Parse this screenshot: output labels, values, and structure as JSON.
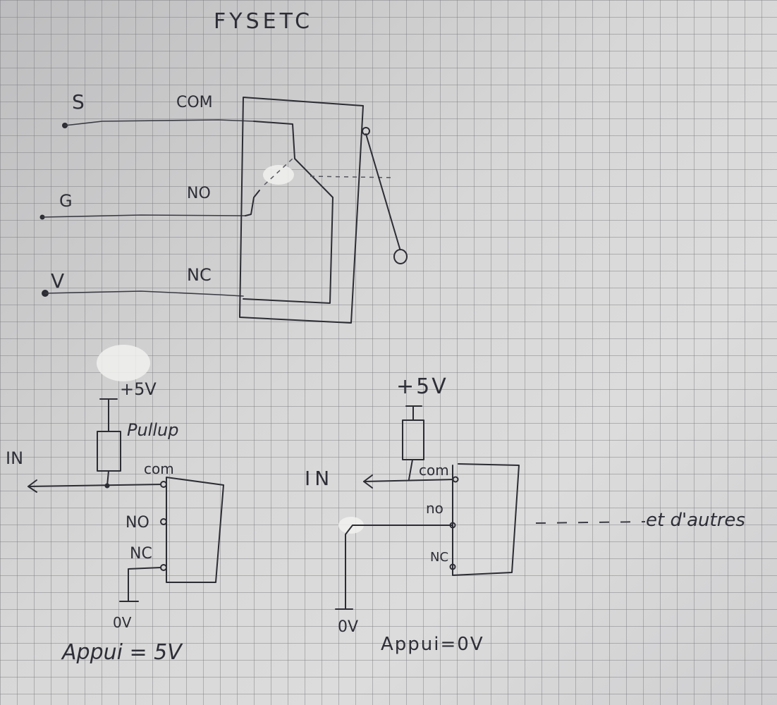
{
  "title": "FYSETC",
  "relay": {
    "pins_left": [
      "S",
      "G",
      "V"
    ],
    "pins_right": [
      "COM",
      "NO",
      "NC"
    ]
  },
  "circuit_left": {
    "supply": "+5V",
    "resistor_label": "Pullup",
    "input": "IN",
    "pins": [
      "com",
      "NO",
      "NC"
    ],
    "ground": "0V",
    "caption": "Appui = 5V"
  },
  "circuit_right": {
    "supply": "+5V",
    "input": "IN",
    "pins": [
      "com",
      "no",
      "NC"
    ],
    "ground": "0V",
    "caption": "Appui=0V",
    "note": "et d'autres"
  }
}
